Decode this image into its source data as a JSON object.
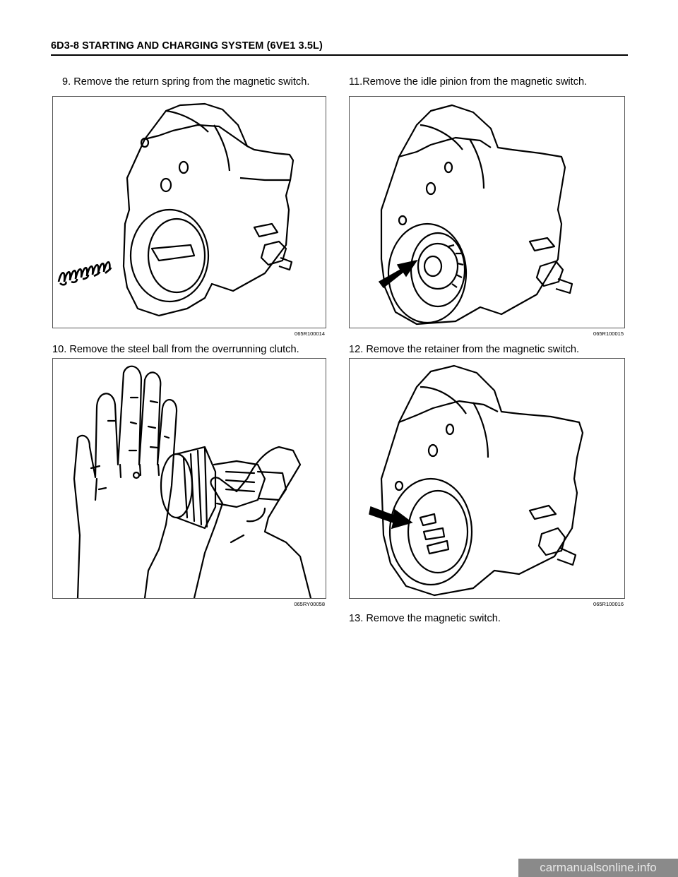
{
  "header": {
    "title": "6D3-8  STARTING AND CHARGING SYSTEM (6VE1 3.5L)"
  },
  "steps": {
    "s9": "9. Remove the return spring from the magnetic switch.",
    "s10": "10. Remove the steel ball from the overrunning clutch.",
    "s11": "11.Remove the idle pinion from the magnetic switch.",
    "s12": "12. Remove the retainer from the magnetic switch.",
    "s13": "13. Remove the magnetic switch."
  },
  "figures": {
    "f1": {
      "code": "065R100014"
    },
    "f2": {
      "code": "065R100015"
    },
    "f3": {
      "code": "065RY00058"
    },
    "f4": {
      "code": "065R100016"
    }
  },
  "watermark": "carmanualsonline.info"
}
